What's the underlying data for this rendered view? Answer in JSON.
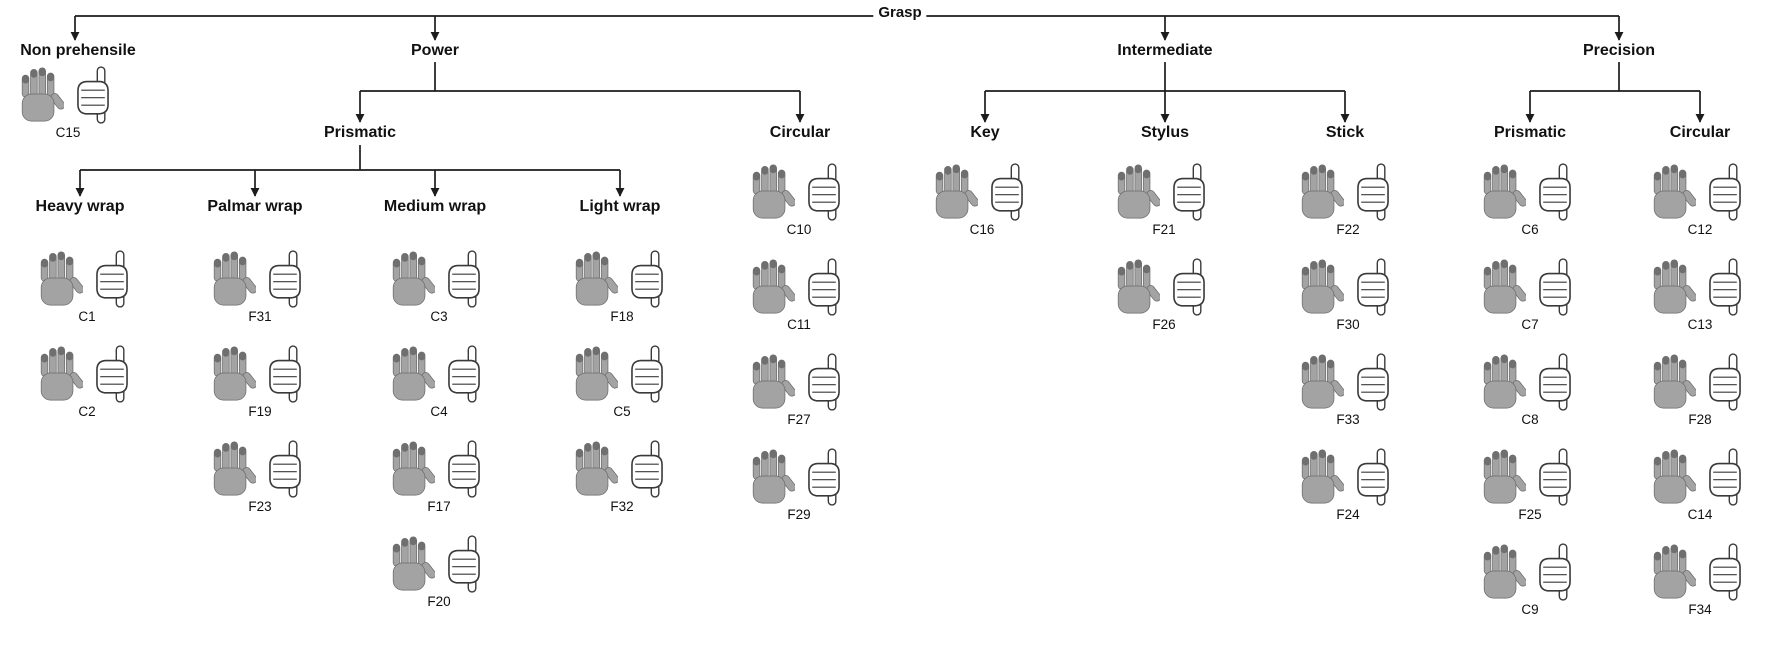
{
  "diagram": {
    "root_label": "Grasp",
    "branches": {
      "non_prehensile": {
        "label": "Non prehensile",
        "items": [
          "C15"
        ]
      },
      "power": {
        "label": "Power",
        "prismatic": {
          "label": "Prismatic",
          "heavy_wrap": {
            "label": "Heavy wrap",
            "items": [
              "C1",
              "C2"
            ]
          },
          "palmar_wrap": {
            "label": "Palmar wrap",
            "items": [
              "F31",
              "F19",
              "F23"
            ]
          },
          "medium_wrap": {
            "label": "Medium wrap",
            "items": [
              "C3",
              "C4",
              "F17",
              "F20"
            ]
          },
          "light_wrap": {
            "label": "Light wrap",
            "items": [
              "F18",
              "C5",
              "F32"
            ]
          }
        },
        "circular": {
          "label": "Circular",
          "items": [
            "C10",
            "C11",
            "F27",
            "F29"
          ]
        }
      },
      "intermediate": {
        "label": "Intermediate",
        "key": {
          "label": "Key",
          "items": [
            "C16"
          ]
        },
        "stylus": {
          "label": "Stylus",
          "items": [
            "F21",
            "F26"
          ]
        },
        "stick": {
          "label": "Stick",
          "items": [
            "F22",
            "F30",
            "F33",
            "F24"
          ]
        }
      },
      "precision": {
        "label": "Precision",
        "prismatic": {
          "label": "Prismatic",
          "items": [
            "C6",
            "C7",
            "C8",
            "F25",
            "C9"
          ]
        },
        "circular": {
          "label": "Circular",
          "items": [
            "C12",
            "C13",
            "F28",
            "C14",
            "F34"
          ]
        }
      }
    },
    "colors": {
      "line": "#1c1c1c",
      "hand_fill": "#a3a3a3",
      "hand_tip": "#6f6f6f",
      "sketch_stroke": "#3a3a3a"
    }
  }
}
